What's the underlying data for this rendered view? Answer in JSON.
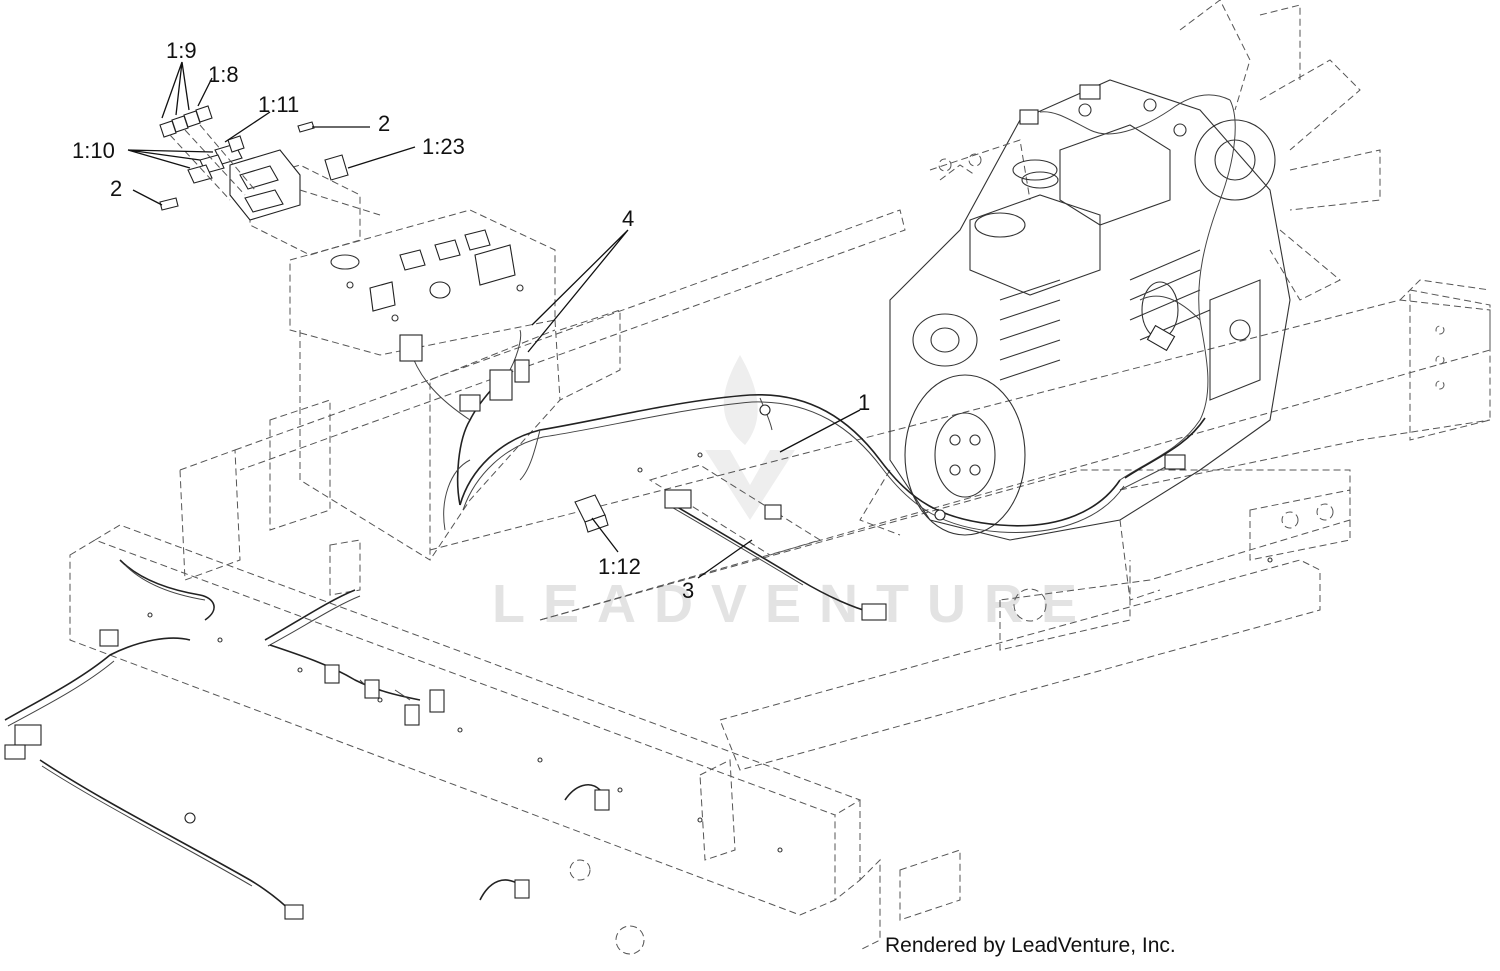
{
  "callouts": {
    "c1_9": "1:9",
    "c1_8": "1:8",
    "c1_11": "1:11",
    "c1_10": "1:10",
    "c2a": "2",
    "c2b": "2",
    "c1_23": "1:23",
    "c4": "4",
    "c1": "1",
    "c1_12": "1:12",
    "c3": "3"
  },
  "watermark": "LEADVENTURE",
  "credit": "Rendered by LeadVenture, Inc."
}
